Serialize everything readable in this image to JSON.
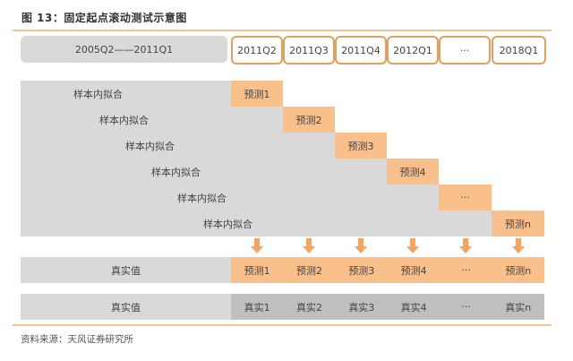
{
  "figure": {
    "title": "图 13：固定起点滚动测试示意图",
    "source": "资料来源：天风证券研究所"
  },
  "header": {
    "in_sample_period": "2005Q2——2011Q1",
    "quarters": [
      "2011Q2",
      "2011Q3",
      "2011Q4",
      "2012Q1",
      "···",
      "2018Q1"
    ]
  },
  "staircase": {
    "rows": [
      {
        "fit_label": "样本内拟合",
        "forecast_label": "预测1"
      },
      {
        "fit_label": "样本内拟合",
        "forecast_label": "预测2"
      },
      {
        "fit_label": "样本内拟合",
        "forecast_label": "预测3"
      },
      {
        "fit_label": "样本内拟合",
        "forecast_label": "预测4"
      },
      {
        "fit_label": "样本内拟合",
        "forecast_label": "···"
      },
      {
        "fit_label": "样本内拟合",
        "forecast_label": "预测n"
      }
    ]
  },
  "forecast_row": {
    "label": "真实值",
    "cells": [
      "预测1",
      "预测2",
      "预测3",
      "预测4",
      "···",
      "预测n"
    ]
  },
  "actual_row": {
    "label": "真实值",
    "cells": [
      "真实1",
      "真实2",
      "真实3",
      "真实4",
      "···",
      "真实n"
    ]
  },
  "colors": {
    "accent_orange": "#f9c08c",
    "border_orange": "#e0a060",
    "rule_orange": "#f2c49a",
    "gray_light": "#d9d9d9",
    "gray_dark": "#bfbfbf",
    "arrow_orange": "#f4a460"
  }
}
